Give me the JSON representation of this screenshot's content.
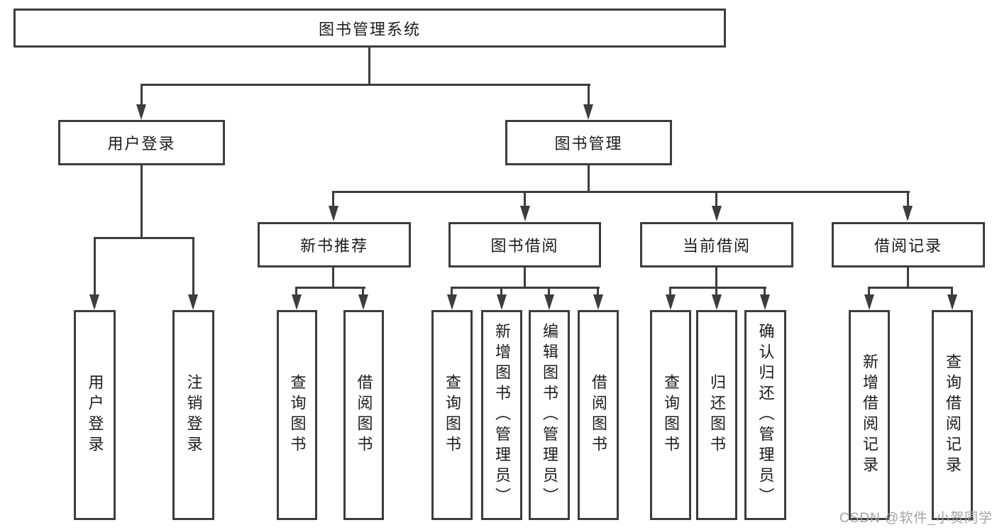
{
  "diagram": {
    "root": {
      "label": "图书管理系统"
    },
    "branches": [
      {
        "label": "用户登录",
        "children": [
          {
            "label": "用户登录"
          },
          {
            "label": "注销登录"
          }
        ]
      },
      {
        "label": "图书管理",
        "children": [
          {
            "label": "新书推荐",
            "children": [
              {
                "label": "查询图书"
              },
              {
                "label": "借阅图书"
              }
            ]
          },
          {
            "label": "图书借阅",
            "children": [
              {
                "label": "查询图书"
              },
              {
                "label": "新增图书（管理员）"
              },
              {
                "label": "编辑图书（管理员）"
              },
              {
                "label": "借阅图书"
              }
            ]
          },
          {
            "label": "当前借阅",
            "children": [
              {
                "label": "查询图书"
              },
              {
                "label": "归还图书"
              },
              {
                "label": "确认归还（管理员）"
              }
            ]
          },
          {
            "label": "借阅记录",
            "children": [
              {
                "label": "新增借阅记录"
              },
              {
                "label": "查询借阅记录"
              }
            ]
          }
        ]
      }
    ]
  },
  "watermark": {
    "text": "CSDN @软件_小贺同学"
  },
  "colors": {
    "line": "#3d3d3d",
    "text": "#1c1c1c",
    "background": "#ffffff",
    "watermark": "#a2a2a6"
  }
}
